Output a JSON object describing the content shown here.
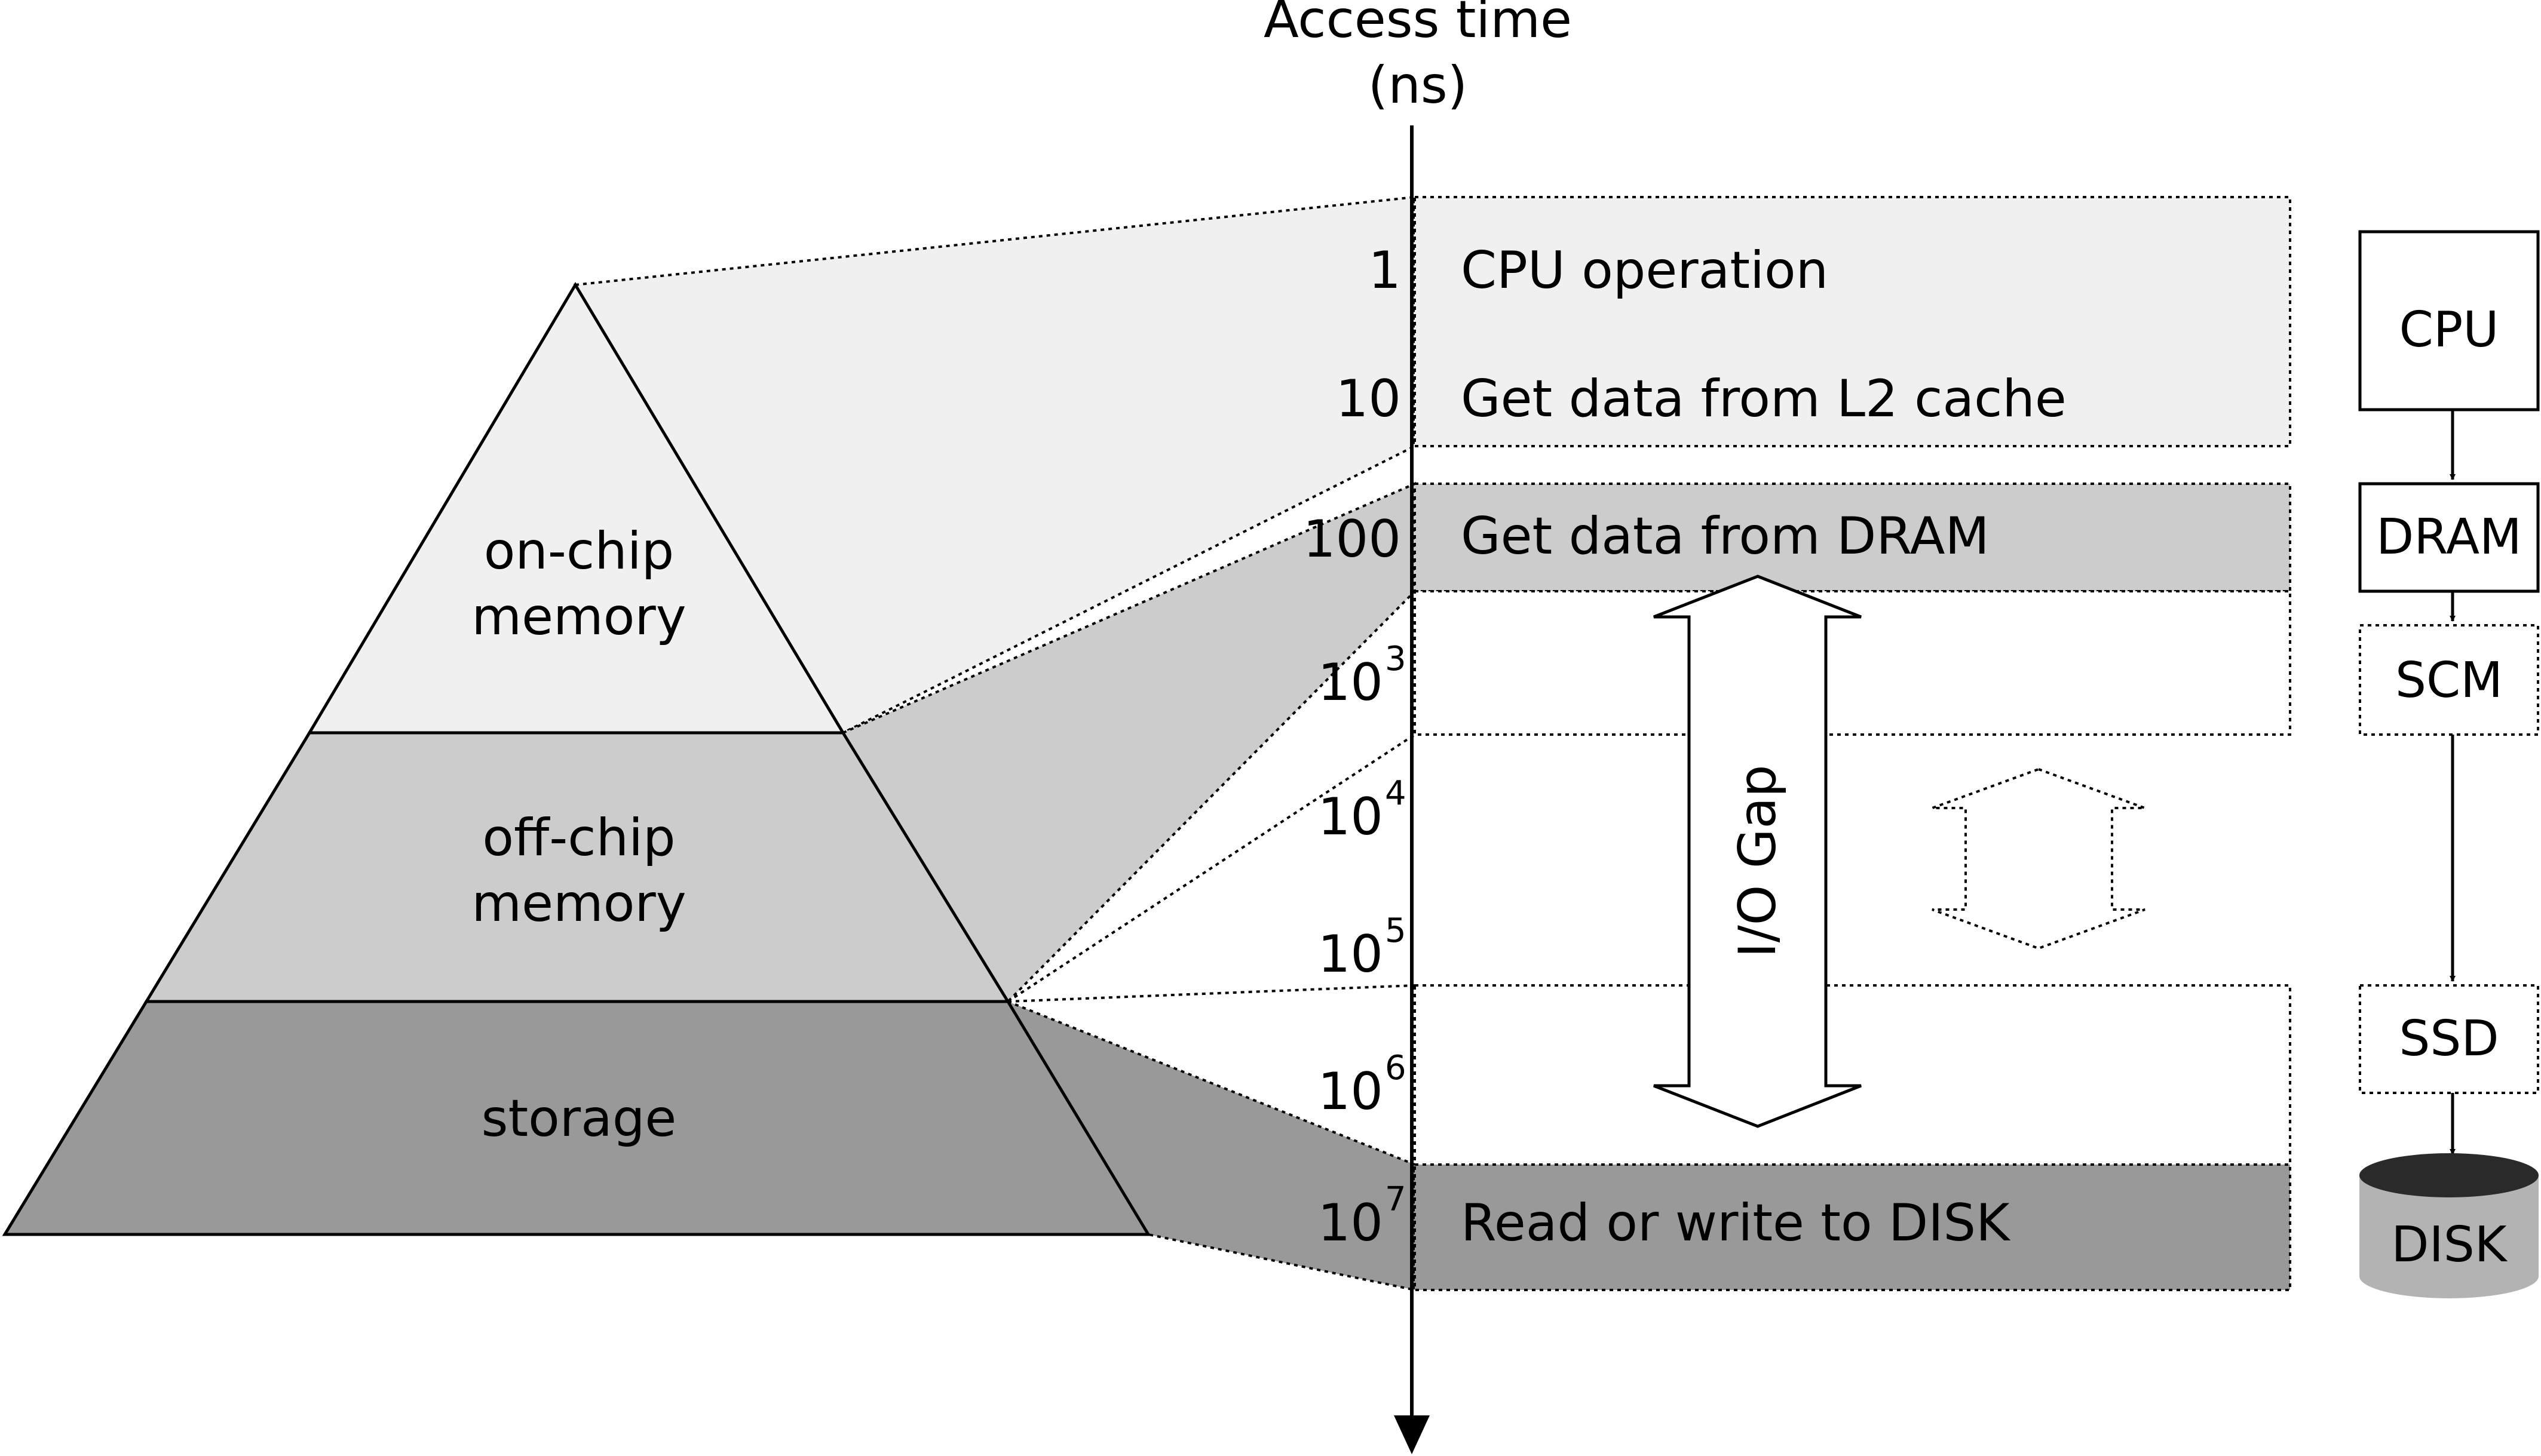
{
  "axis": {
    "title_line1": "Access time",
    "title_line2": "(ns)"
  },
  "pyramid": {
    "top_label_line1": "on-chip",
    "top_label_line2": "memory",
    "mid_label_line1": "off-chip",
    "mid_label_line2": "memory",
    "bottom_label": "storage"
  },
  "ticks": [
    {
      "base": "1",
      "exp": ""
    },
    {
      "base": "10",
      "exp": ""
    },
    {
      "base": "100",
      "exp": ""
    },
    {
      "base": "10",
      "exp": "3"
    },
    {
      "base": "10",
      "exp": "4"
    },
    {
      "base": "10",
      "exp": "5"
    },
    {
      "base": "10",
      "exp": "6"
    },
    {
      "base": "10",
      "exp": "7"
    }
  ],
  "events": {
    "cpu": "CPU operation",
    "l2": "Get data from L2 cache",
    "dram": "Get data from DRAM",
    "disk": "Read or write to DISK"
  },
  "gap_label": "I/O Gap",
  "devices": {
    "cpu": "CPU",
    "dram": "DRAM",
    "scm": "SCM",
    "ssd": "SSD",
    "disk": "DISK"
  },
  "colors": {
    "light": "#f0f0f0",
    "medium": "#cccccc",
    "dark": "#999999",
    "disk_top": "#2a2a2a",
    "disk_body": "#b3b3b3"
  }
}
